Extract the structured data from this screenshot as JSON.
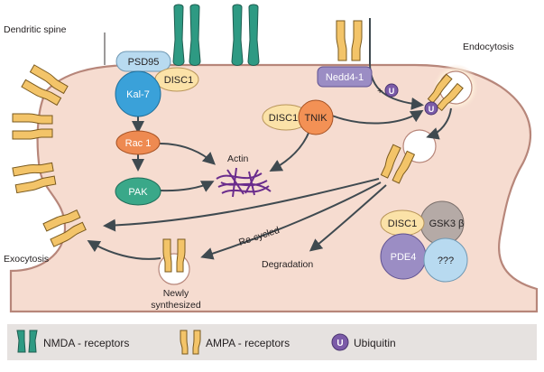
{
  "labels": {
    "dendritic_spine": "Dendritic spine",
    "endocytosis": "Endocytosis",
    "exocytosis": "Exocytosis",
    "actin": "Actin",
    "recycled": "Re-cycled",
    "degradation": "Degradation",
    "newly_synthesized_1": "Newly",
    "newly_synthesized_2": "synthesized",
    "plus_ub": "+"
  },
  "nodes": {
    "psd95": "PSD95",
    "kal7": "Kal-7",
    "disc1_a": "DISC1",
    "rac1": "Rac 1",
    "pak": "PAK",
    "nedd4": "Nedd4-1",
    "disc1_b": "DISC1",
    "tnik": "TNIK",
    "disc1_c": "DISC1",
    "gsk3b": "GSK3 β",
    "pde4": "PDE4",
    "unknown": "???",
    "ub_symbol": "U"
  },
  "legend": {
    "nmda": "NMDA - receptors",
    "ampa": "AMPA - receptors",
    "ubiquitin": "Ubiquitin",
    "ub_symbol": "U"
  },
  "colors": {
    "spine_fill": "#f6dcd0",
    "membrane": "#b7867a",
    "nmda": "#2e9a83",
    "ampa": "#f3c469",
    "psd95": "#b8daf0",
    "kal7": "#3aa1d9",
    "disc1": "#fbe2a8",
    "rac1": "#ee8a51",
    "pak": "#3aa889",
    "nedd4": "#9b8dc4",
    "tnik": "#f39155",
    "gsk3b": "#b5aaa6",
    "pde4": "#9b8dc4",
    "unknown": "#b8daf0",
    "ubiquitin": "#7b5ba8",
    "arrow": "#3f4a50",
    "actin": "#6a2c8c",
    "legend_bg": "#e6e2e0"
  }
}
